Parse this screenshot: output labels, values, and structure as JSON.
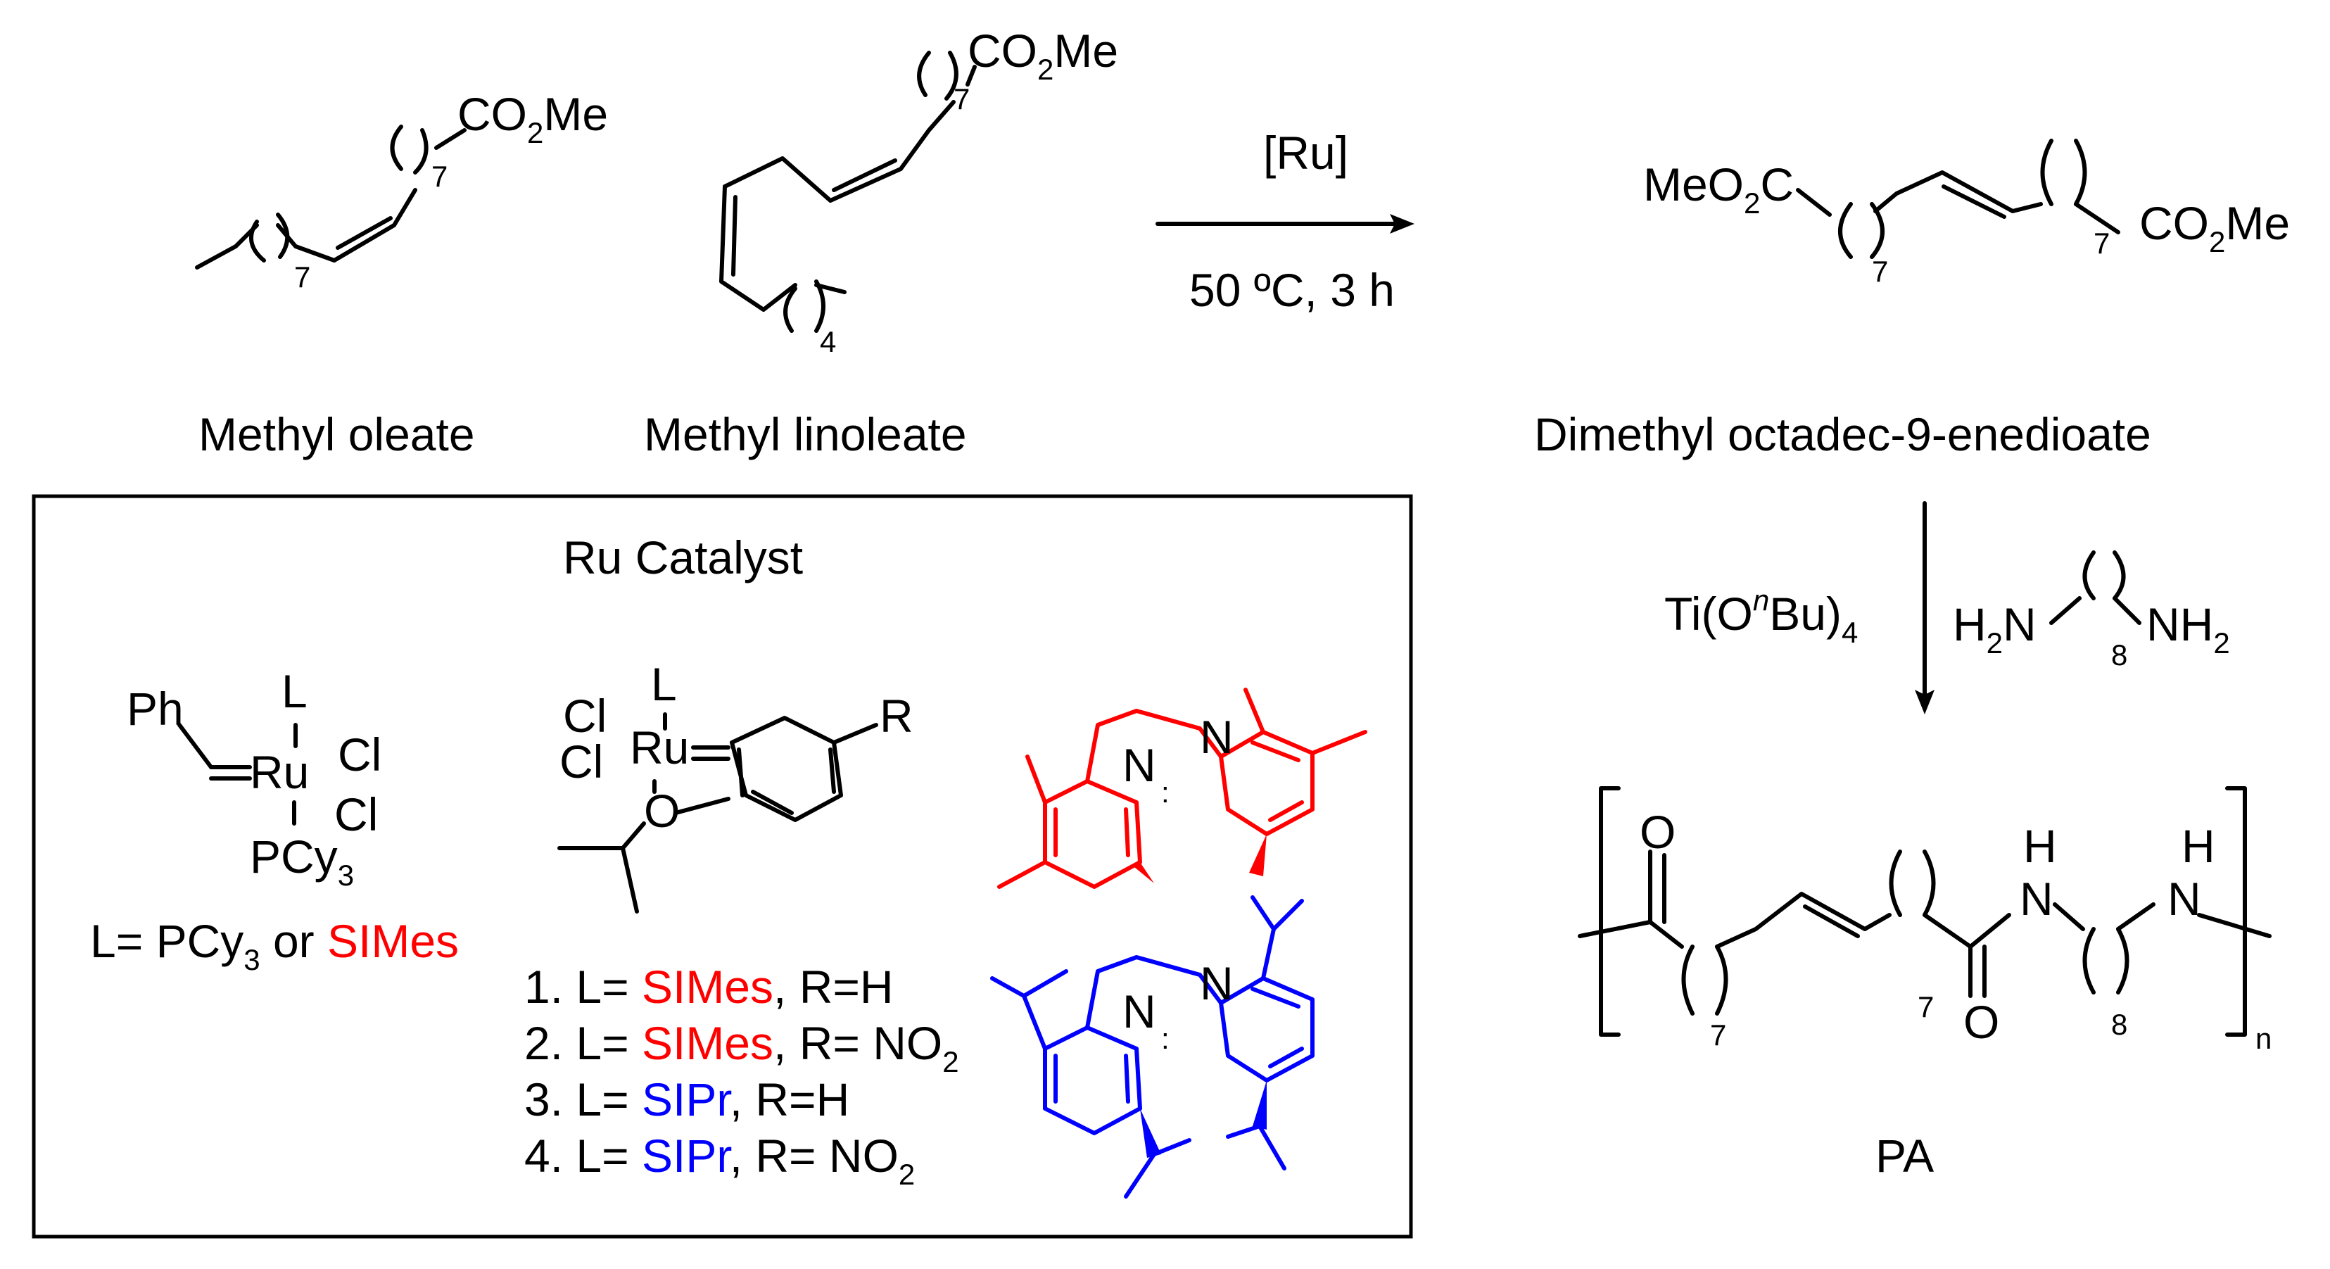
{
  "colors": {
    "simes": "#ff0000",
    "sipr": "#0000ff",
    "ink": "#000000"
  },
  "reactants": {
    "methyl_oleate": {
      "name": "Methyl oleate",
      "ester": "CO",
      "ester_sub": "2",
      "ester_tail": "Me",
      "n_top": "7",
      "n_bottom": "7"
    },
    "methyl_linoleate": {
      "name": "Methyl linoleate",
      "ester": "CO",
      "ester_sub": "2",
      "ester_tail": "Me",
      "n_top": "7",
      "n_bottom": "4"
    }
  },
  "reaction1": {
    "catalyst": "[Ru]",
    "conditions": "50 ºC, 3 h"
  },
  "product1": {
    "name": "Dimethyl octadec-9-enedioate",
    "left_ester": "MeO",
    "left_ester_sub": "2",
    "left_ester_tail": "C",
    "right_ester": "CO",
    "right_ester_sub": "2",
    "right_ester_tail": "Me",
    "n_left": "7",
    "n_right": "7"
  },
  "reaction2": {
    "reagent_prefix": "Ti(O",
    "reagent_sup": "n",
    "reagent_mid": "Bu)",
    "reagent_sub": "4",
    "diamine_left": "H",
    "diamine_left_sub": "2",
    "diamine_left_tail": "N",
    "diamine_right": "NH",
    "diamine_right_sub": "2",
    "diamine_n": "8"
  },
  "polymer": {
    "name": "PA",
    "carbonyl_o": "O",
    "amide_o": "O",
    "nh1_h": "H",
    "nh1_n": "N",
    "nh2_h": "H",
    "nh2_n": "N",
    "n_left": "7",
    "n_right": "7",
    "n_amine": "8",
    "repeat": "n"
  },
  "catalyst_box": {
    "title": "Ru Catalyst",
    "grubbs": {
      "ph": "Ph",
      "ru": "Ru",
      "l": "L",
      "cl1": "Cl",
      "cl2": "Cl",
      "pcy": "PCy",
      "pcy_sub": "3",
      "label_prefix": "L= PCy",
      "label_sub": "3",
      "label_mid": " or ",
      "label_simes": "SIMes"
    },
    "hoveyda": {
      "cl1": "Cl",
      "cl2": "Cl",
      "ru": "Ru",
      "l": "L",
      "o": "O",
      "r": "R"
    },
    "list": [
      {
        "num": "1. L= ",
        "ligand": "SIMes",
        "ligand_color": "simes",
        "rest": ", R=H",
        "sub": ""
      },
      {
        "num": "2. L= ",
        "ligand": "SIMes",
        "ligand_color": "simes",
        "rest": ", R= NO",
        "sub": "2"
      },
      {
        "num": "3. L= ",
        "ligand": "SIPr",
        "ligand_color": "sipr",
        "rest": ", R=H",
        "sub": ""
      },
      {
        "num": "4. L= ",
        "ligand": "SIPr",
        "ligand_color": "sipr",
        "rest": ", R= NO",
        "sub": "2"
      }
    ],
    "nhc": {
      "n": "N",
      "lone_pair": ":"
    }
  }
}
